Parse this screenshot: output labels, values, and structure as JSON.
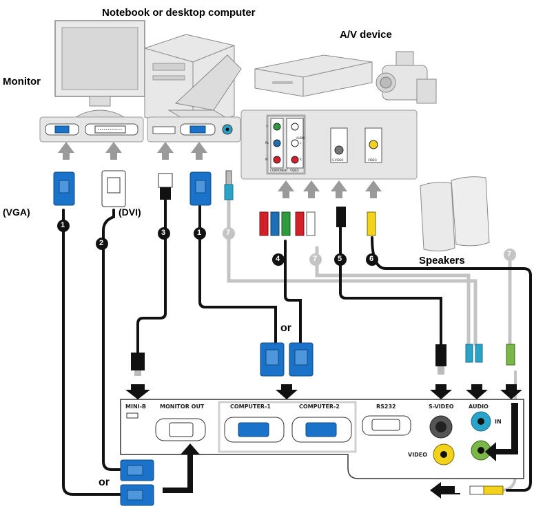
{
  "labels": {
    "computer": "Notebook or desktop computer",
    "av_device": "A/V device",
    "monitor": "Monitor",
    "vga": "(VGA)",
    "dvi": "(DVI)",
    "speakers": "Speakers",
    "or_top": "or",
    "or_bottom": "or"
  },
  "projector_ports": {
    "mini_b": "MINI-B",
    "monitor_out": "MONITOR OUT",
    "computer_1": "COMPUTER-1",
    "computer_2": "COMPUTER-2",
    "rs232": "RS232",
    "s_video": "S-VIDEO",
    "audio": "AUDIO",
    "in": "IN",
    "video": "VIDEO"
  },
  "av_ports": {
    "y": "Y",
    "pb": "Pb",
    "pr": "Pr",
    "component": "COMPONENT",
    "audio": "AUDIO",
    "l": "L",
    "r": "R",
    "video": "VIDEO",
    "s_video": "S-VIDEO",
    "video2": "VIDEO"
  },
  "cable_numbers": [
    "1",
    "2",
    "3",
    "1",
    "7",
    "4",
    "7",
    "5",
    "6",
    "7"
  ],
  "colors": {
    "vga_blue": "#1a73c8",
    "cable_black": "#111111",
    "cable_gray": "#bdbdbd",
    "arrow_gray": "#9a9a9a",
    "panel_gray": "#e6e6e6",
    "rca_red": "#d3202a",
    "rca_green": "#2e9b3e",
    "rca_blue": "#1f6fb5",
    "rca_yellow": "#f2d21a",
    "audio_green": "#7ab648",
    "audio_cyan": "#2aa3c9"
  }
}
